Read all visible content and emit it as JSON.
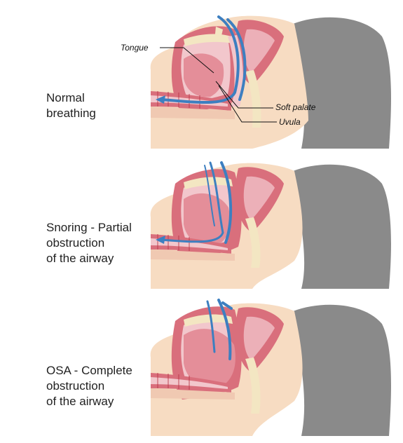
{
  "panels": [
    {
      "caption_lines": [
        "Normal",
        "breathing"
      ],
      "state": "normal"
    },
    {
      "caption_lines": [
        "Snoring - Partial",
        "obstruction",
        "of the airway"
      ],
      "state": "partial"
    },
    {
      "caption_lines": [
        "OSA - Complete",
        "obstruction",
        "of the airway"
      ],
      "state": "complete"
    }
  ],
  "labels": {
    "tongue": "Tongue",
    "soft_palate": "Soft palate",
    "uvula": "Uvula"
  },
  "colors": {
    "skin": "#f7dcc2",
    "hair": "#8a8a8a",
    "tissue": "#d96f7c",
    "tissue_light": "#ecb0b8",
    "cavity": "#f2c7cc",
    "bone": "#f3e6c2",
    "air_flow": "#3d7fc0",
    "muscle": "#b83344"
  }
}
